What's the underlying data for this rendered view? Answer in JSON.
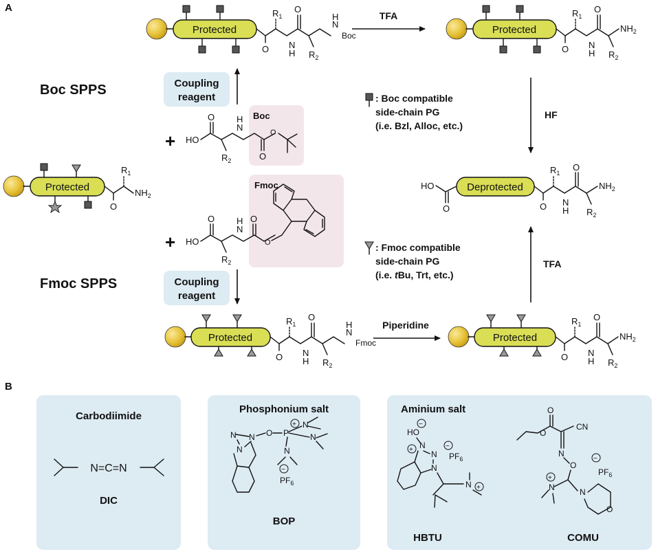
{
  "panels": {
    "a_label": "A",
    "b_label": "B"
  },
  "strategies": {
    "boc": "Boc SPPS",
    "fmoc": "Fmoc SPPS"
  },
  "resin": {
    "protected": "Protected",
    "deprotected": "Deprotected"
  },
  "groups": {
    "r1": "R",
    "r1_sub": "1",
    "r2": "R",
    "r2_sub": "2",
    "nh2": "NH",
    "nh2_sub": "2",
    "nh": "N",
    "h": "H",
    "boc": "Boc",
    "fmoc": "Fmoc",
    "ho": "HO",
    "o": "O"
  },
  "reagents": {
    "coupling_line1": "Coupling",
    "coupling_line2": "reagent",
    "tfa": "TFA",
    "hf": "HF",
    "piperidine": "Piperidine",
    "boc_tag": "Boc",
    "fmoc_tag": "Fmoc",
    "plus": "+"
  },
  "legend": {
    "boc_line1": ": Boc compatible",
    "boc_line2": "side-chain PG",
    "boc_line3": "(i.e. Bzl, Alloc, etc.)",
    "fmoc_line1": ": Fmoc compatible",
    "fmoc_line2": "side-chain PG",
    "fmoc_line3_pre": "(i.e. ",
    "fmoc_line3_t": "t",
    "fmoc_line3_post": "Bu, Trt, etc.)"
  },
  "reagent_classes": {
    "carbodiimide": {
      "title": "Carbodiimide",
      "compound": "DIC",
      "formula": "N=C=N"
    },
    "phosphonium": {
      "title": "Phosphonium salt",
      "compound": "BOP",
      "pf6": "PF",
      "pf6_sub": "6"
    },
    "aminium": {
      "title": "Aminium salt",
      "compound1": "HBTU",
      "compound2": "COMU",
      "cn": "CN",
      "pf6": "PF",
      "pf6_sub": "6"
    }
  },
  "colors": {
    "resin_fill": "#d9de55",
    "bead": "#e7c43a",
    "reagent_box": "#ddebf3",
    "pg_box": "#f3e6ea"
  }
}
